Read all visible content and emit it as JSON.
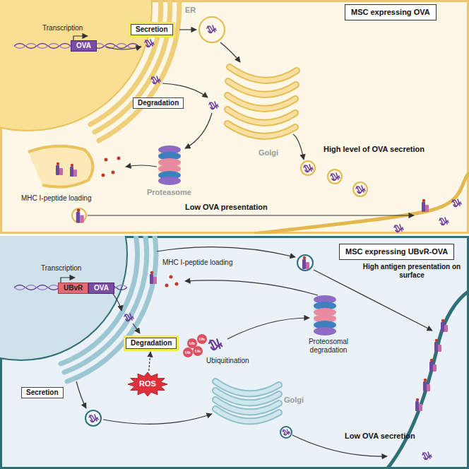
{
  "diagram": {
    "nodes": [
      {
        "text": [
          "MSC expressing OVA"
        ]
      },
      {
        "text": [
          "OVA"
        ]
      },
      {
        "text": [
          "Secretion"
        ]
      },
      {
        "text": [
          "Degradation"
        ]
      },
      {
        "text": [
          "MSC expressing UBvR-OVA"
        ]
      },
      {
        "text": [
          "UBvR"
        ]
      },
      {
        "text": [
          "OVA"
        ]
      },
      {
        "text": [
          "Degradation"
        ]
      },
      {
        "text": [
          "ROS"
        ]
      },
      {
        "text": [
          "Secretion"
        ]
      }
    ],
    "edges": [
      {
        "from": 8,
        "to": 7,
        "arrow": "to"
      }
    ],
    "labels": [
      "ER",
      "Transcription",
      "Golgi",
      "High level of OVA secretion",
      "Proteasome",
      "MHC I-peptide loading",
      "Low OVA presentation",
      "Transcription",
      "MHC I-peptide loading",
      "High antigen presentation on surface",
      "Ub",
      "Ub",
      "Ub",
      "Ub",
      "Ubiquitination",
      "Proteosomal degradation",
      "Golgi",
      "Low OVA secretion"
    ]
  }
}
